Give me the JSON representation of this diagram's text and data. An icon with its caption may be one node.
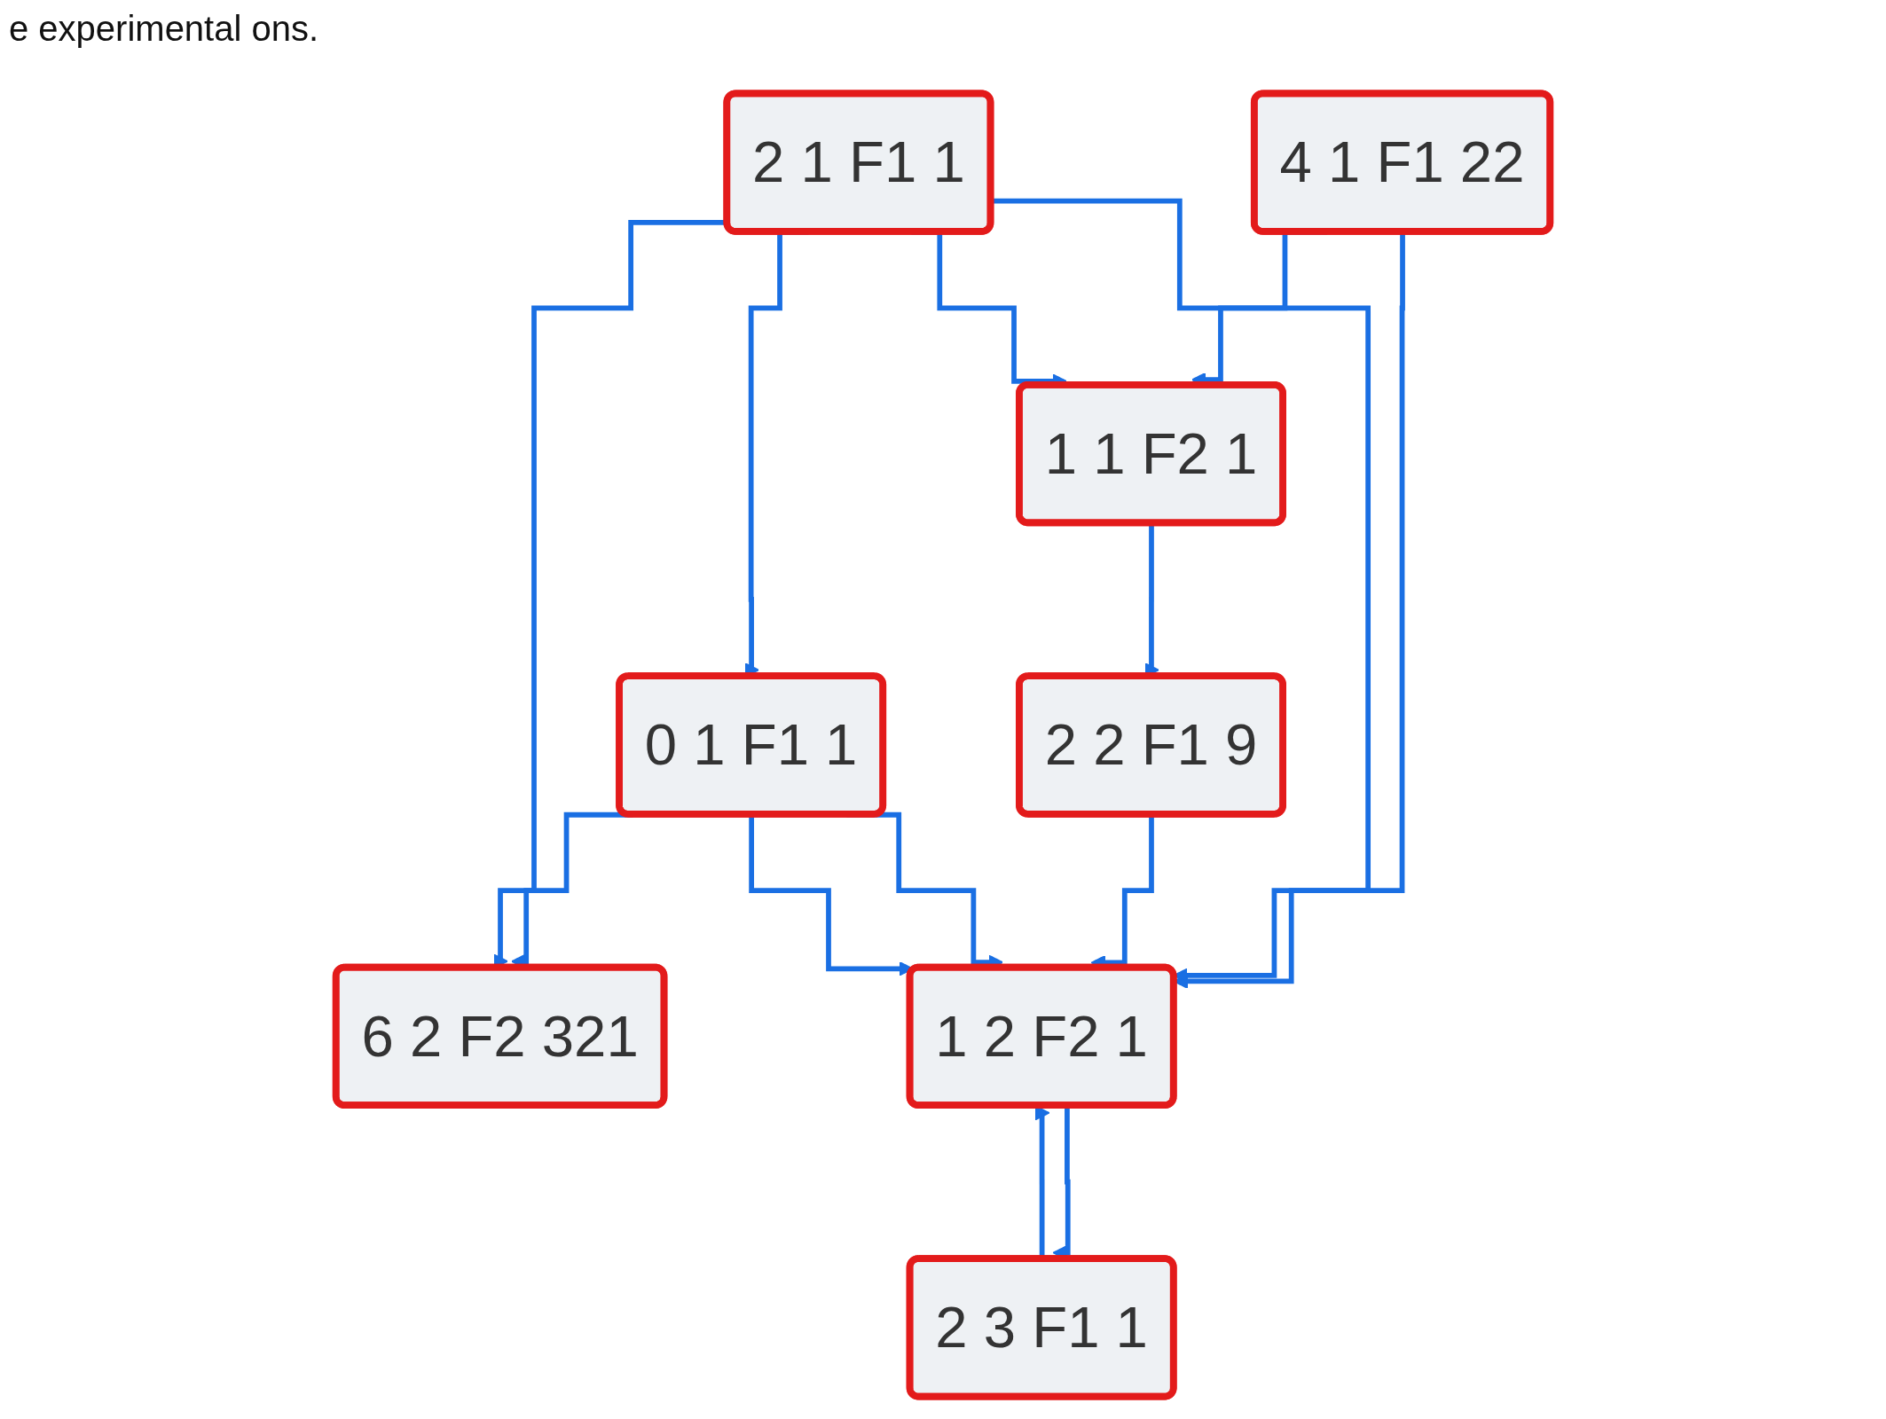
{
  "diagram": {
    "nodes": [
      {
        "text": [
          "6 2 F2 321"
        ]
      },
      {
        "text": [
          "4 1 F1 22"
        ]
      },
      {
        "text": [
          "2 1 F1 1"
        ]
      },
      {
        "text": [
          "1 1 F2 1"
        ]
      },
      {
        "text": [
          "2 3 F1 1"
        ]
      },
      {
        "text": [
          "0 1 F1 1"
        ]
      },
      {
        "text": [
          "1 2 F2 1"
        ]
      },
      {
        "text": [
          "2 2 F1 9"
        ]
      }
    ],
    "edges": [
      {
        "from": 1,
        "to": 3,
        "arrow": "to"
      },
      {
        "from": 1,
        "to": 6,
        "arrow": "to"
      },
      {
        "from": 2,
        "to": 0,
        "arrow": "to"
      },
      {
        "from": 5,
        "to": 0,
        "arrow": "to"
      },
      {
        "from": 2,
        "to": 3,
        "arrow": "to"
      },
      {
        "from": 2,
        "to": 5,
        "arrow": "to"
      },
      {
        "from": 2,
        "to": 6,
        "arrow": "to"
      },
      {
        "from": 4,
        "to": 6,
        "arrow": "to"
      },
      {
        "from": 3,
        "to": 7,
        "arrow": "to"
      },
      {
        "from": 6,
        "to": 4,
        "arrow": "to"
      },
      {
        "from": 7,
        "to": 6,
        "arrow": "to"
      },
      {
        "from": 5,
        "to": 6,
        "arrow": "to"
      },
      {
        "from": 5,
        "to": 6,
        "arrow": "to"
      }
    ],
    "labels": [
      "e experimental ons."
    ]
  }
}
